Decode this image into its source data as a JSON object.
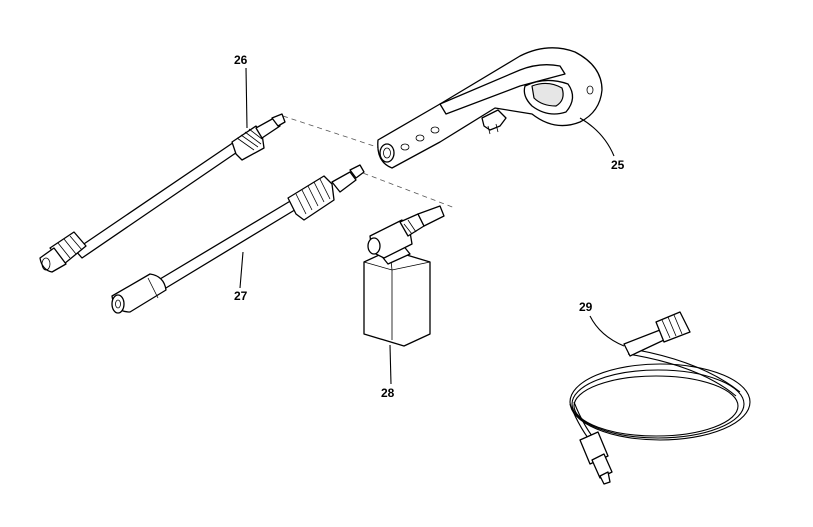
{
  "callouts": {
    "trigger_gun": "25",
    "spray_lance_adjustable": "26",
    "spray_lance_turbo": "27",
    "detergent_bottle": "28",
    "high_pressure_hose": "29"
  }
}
